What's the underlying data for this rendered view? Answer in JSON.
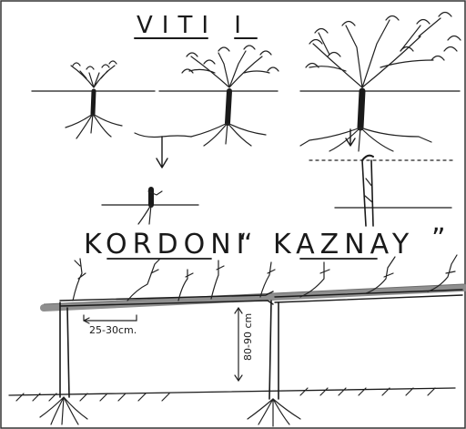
{
  "title_top": "VITI I",
  "title_cordon_part1": "KORDONI",
  "title_cordon_quote_open": "“",
  "title_cordon_part2": "KAZNAY",
  "title_cordon_quote_close": "”",
  "spacing_label": "25-30cm.",
  "height_label": "80-90 cm"
}
